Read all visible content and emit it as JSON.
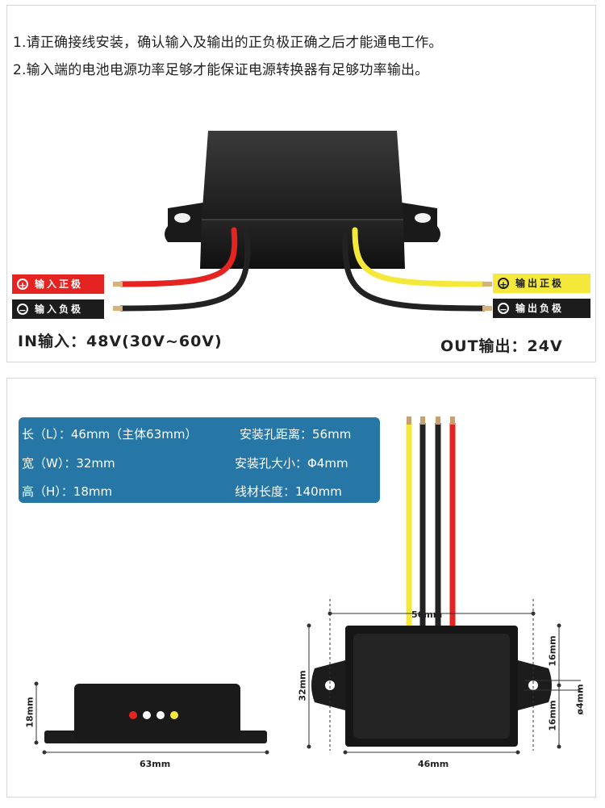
{
  "notes": {
    "line1": "1.请正确接线安装，确认输入及输出的正负极正确之后才能通电工作。",
    "line2": "2.输入端的电池电源功率足够才能保证电源转换器有足够功率输出。"
  },
  "wiring": {
    "input_positive": {
      "symbol": "+",
      "label": "输入正极",
      "color": "#e52421"
    },
    "input_negative": {
      "symbol": "−",
      "label": "输入负极",
      "color": "#1c1c1c"
    },
    "output_positive": {
      "symbol": "+",
      "label": "输出正极",
      "color": "#f4e93b"
    },
    "output_negative": {
      "symbol": "−",
      "label": "输出负极",
      "color": "#1c1c1c"
    }
  },
  "voltage": {
    "input": "IN输入：48V(30V~60V)",
    "output": "OUT输出：24V"
  },
  "specs": {
    "length": "长（L）：46mm（主体63mm）",
    "width": "宽（W）：32mm",
    "height": "高（H）：18mm",
    "hole_distance": "安装孔距离：56mm",
    "hole_size": "安装孔大小：Φ4mm",
    "wire_length": "线材长度：140mm"
  },
  "dimensions": {
    "side_height": "18mm",
    "side_width": "63mm",
    "top_hole_distance": "56mm",
    "top_width": "46mm",
    "top_height": "32mm",
    "hole_offset_upper": "16mm",
    "hole_offset_lower": "16mm",
    "hole_diameter": "ø4mm"
  }
}
